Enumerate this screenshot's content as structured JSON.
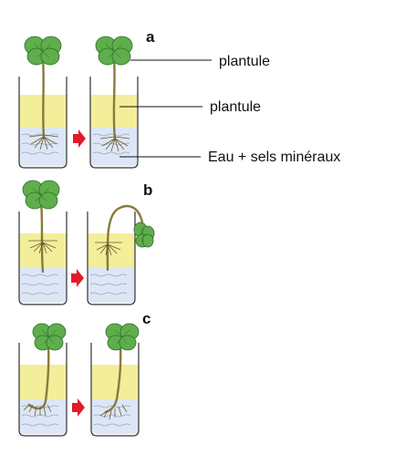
{
  "panels": [
    {
      "letter": "a"
    },
    {
      "letter": "b"
    },
    {
      "letter": "c"
    }
  ],
  "labels": {
    "top_leaf": "plantule",
    "oil_layer": "plantule",
    "water_layer": "Eau + sels minéraux"
  },
  "colors": {
    "oil_layer": "#f3ee9a",
    "water_layer": "#dde6f4",
    "leaf": "#5fae4c",
    "arrow": "#e21b2b"
  }
}
